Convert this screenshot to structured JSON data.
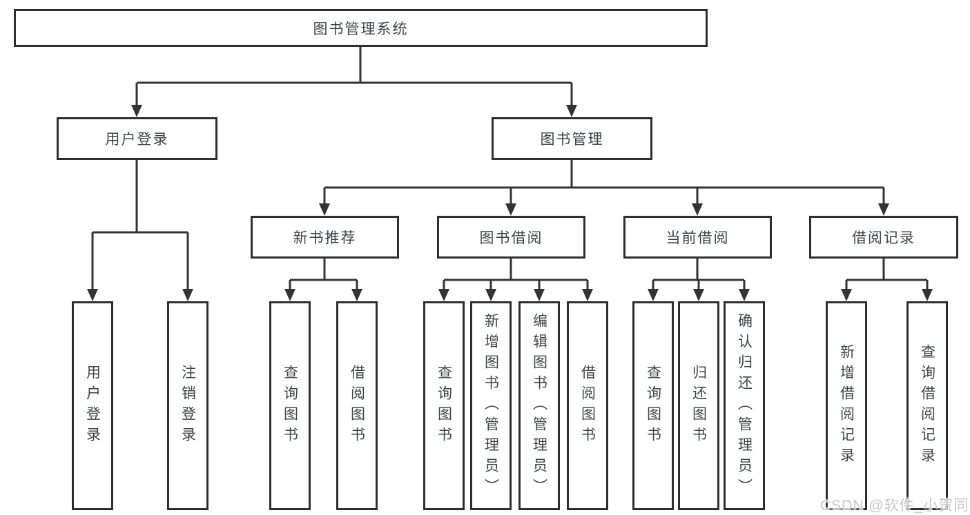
{
  "diagram": {
    "title_node": "图书管理系统",
    "level2": {
      "user_login": "用户登录",
      "book_mgmt": "图书管理"
    },
    "level3": {
      "new_book_rec": "新书推荐",
      "book_borrow": "图书借阅",
      "current_borrow": "当前借阅",
      "borrow_records": "借阅记录"
    },
    "leaves": {
      "login_user_login": "用户登录",
      "login_logout": "注销登录",
      "nb_query_books": "查询图书",
      "nb_borrow_books": "借阅图书",
      "bb_query_books": "查询图书",
      "bb_add_books": "新增图书（管理员）",
      "bb_edit_books": "编辑图书（管理员）",
      "bb_borrow_books": "借阅图书",
      "cb_query_books": "查询图书",
      "cb_return_books": "归还图书",
      "cb_confirm_return": "确认归还（管理员）",
      "br_add_record": "新增借阅记录",
      "br_query_record": "查询借阅记录"
    }
  },
  "watermark": "CSDN @软件_小贺同学",
  "colors": {
    "line": "#333333",
    "box_border": "#2e2e2e",
    "text": "#3f4348",
    "watermark": "#c7c7c7",
    "background": "#ffffff"
  }
}
